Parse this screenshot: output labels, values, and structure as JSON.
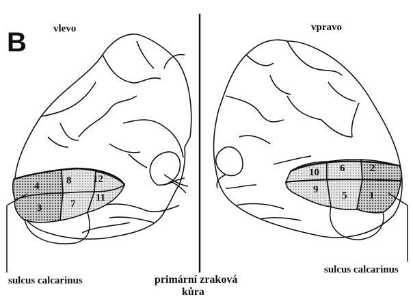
{
  "panel": {
    "letter": "B"
  },
  "sides": {
    "left": "vlevo",
    "right": "vpravo"
  },
  "labels": {
    "sulcus_left": "sulcus calcarinus",
    "sulcus_right": "sulcus calcarinus",
    "primary_visual_cortex_line1": "primární zraková",
    "primary_visual_cortex_line2": "kůra"
  },
  "left_regions": [
    "4",
    "8",
    "12",
    "3",
    "7",
    "11"
  ],
  "right_regions": [
    "10",
    "6",
    "2",
    "9",
    "5",
    "1"
  ],
  "colors": {
    "ink": "#111111",
    "dense_shade": "#9a9a9a",
    "light_shade": "#cfcfcf",
    "background": "#ffffff"
  }
}
